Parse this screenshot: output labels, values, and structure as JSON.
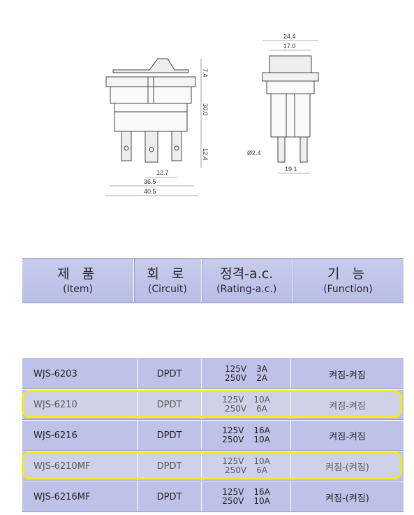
{
  "drawing": {
    "front_view": {
      "dims": [
        "7.4",
        "30.0",
        "12.4",
        "12.7",
        "36.5",
        "40.5"
      ]
    },
    "side_view": {
      "dims": [
        "24.4",
        "17.0",
        "Ø2.4",
        "19.1"
      ]
    }
  },
  "table": {
    "columns": [
      {
        "ko": "제 품",
        "en": "(Item)"
      },
      {
        "ko": "회 로",
        "en": "(Circuit)"
      },
      {
        "ko": "정격-a.c.",
        "en": "(Rating-a.c.)"
      },
      {
        "ko": "기 능",
        "en": "(Function)"
      }
    ],
    "rows": [
      {
        "item": "WJS-6203",
        "circuit": "DPDT",
        "rating1_v": "125V",
        "rating1_a": "3A",
        "rating2_v": "250V",
        "rating2_a": "2A",
        "function": "켜짐-켜짐",
        "highlighted": false
      },
      {
        "item": "WJS-6210",
        "circuit": "DPDT",
        "rating1_v": "125V",
        "rating1_a": "10A",
        "rating2_v": "250V",
        "rating2_a": "6A",
        "function": "켜짐-켜짐",
        "highlighted": true
      },
      {
        "item": "WJS-6216",
        "circuit": "DPDT",
        "rating1_v": "125V",
        "rating1_a": "16A",
        "rating2_v": "250V",
        "rating2_a": "10A",
        "function": "켜짐-켜짐",
        "highlighted": false
      },
      {
        "item": "WJS-6210MF",
        "circuit": "DPDT",
        "rating1_v": "125V",
        "rating1_a": "10A",
        "rating2_v": "250V",
        "rating2_a": "6A",
        "function": "켜짐-(켜짐)",
        "highlighted": true
      },
      {
        "item": "WJS-6216MF",
        "circuit": "DPDT",
        "rating1_v": "125V",
        "rating1_a": "16A",
        "rating2_v": "250V",
        "rating2_a": "10A",
        "function": "켜짐-(켜짐)",
        "highlighted": false
      }
    ]
  },
  "colors": {
    "table_bg": "#bec2e8",
    "header_bg": "#c7cbec",
    "highlight": "#f3ea1c"
  }
}
